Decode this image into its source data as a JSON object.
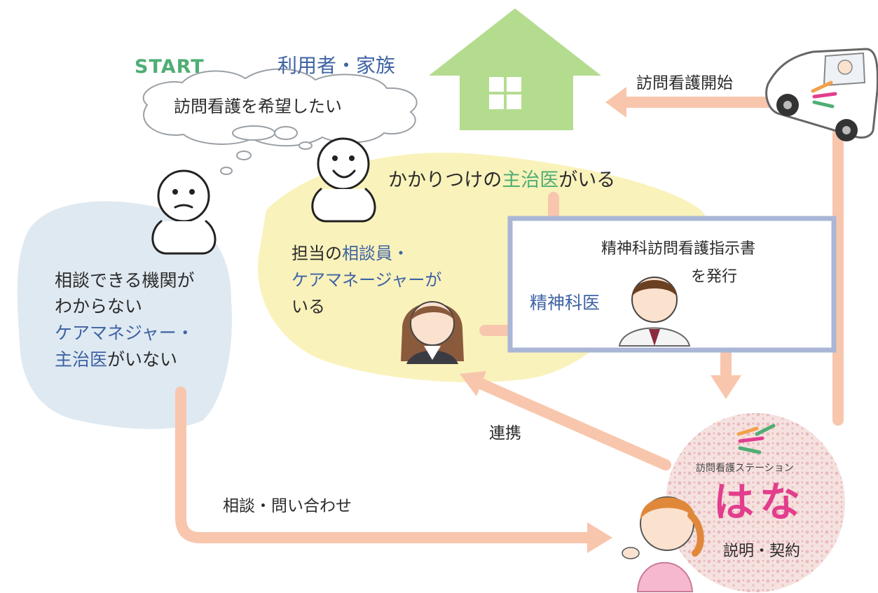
{
  "labels": {
    "start": "START",
    "family": "利用者・家族",
    "wish": "訪問看護を希望したい",
    "start_visit": "訪問看護開始",
    "kakari_pre": "かかりつけの",
    "kakari_doc": "主治医",
    "kakari_post": "がいる",
    "consult_pre": "担当の",
    "consult_role": "相談員・",
    "consult_line2": "ケアマネージャーが",
    "consult_line3": "いる",
    "seishin_order_line1": "精神科訪問看護指示書",
    "seishin_order_line2": "を発行",
    "seishin_doc": "精神科医",
    "unknown_line1": "相談できる機関が",
    "unknown_line2": "わからない",
    "unknown_line3": "ケアマネジャー・",
    "unknown_line4_doc": "主治医",
    "unknown_line4_post": "がいない",
    "renkei": "連携",
    "soudan": "相談・問い合わせ",
    "station_name": "訪問看護ステーション",
    "hana": "はな",
    "setsumei": "説明・契約"
  },
  "colors": {
    "arrow": "#f8c6ad",
    "house": "#b4dc8f",
    "yellow_blob": "#f8f1b4",
    "blue_blob": "#dfe9f1",
    "doctor_box": "#aab6d6",
    "accent_blue": "#3f63a4",
    "accent_green": "#4fae74",
    "hana_pink": "#e23e8d"
  }
}
